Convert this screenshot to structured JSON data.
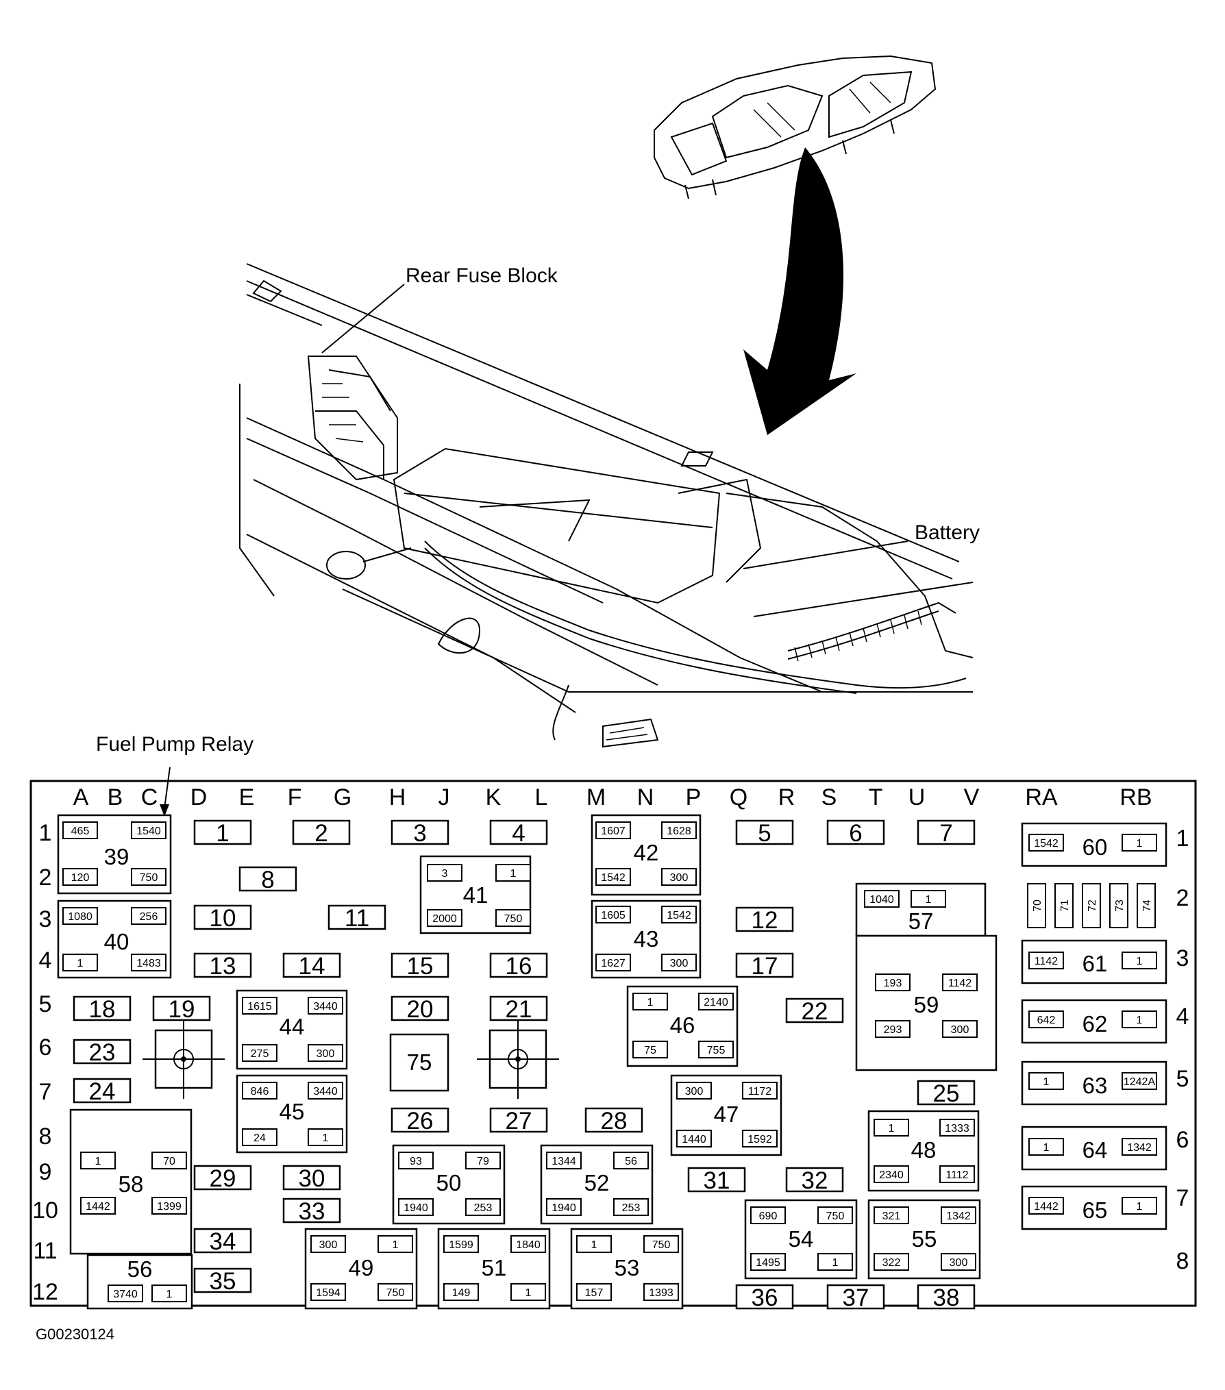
{
  "labels": {
    "rear_fuse_block": "Rear Fuse Block",
    "battery": "Battery",
    "fuel_pump_relay": "Fuel Pump Relay",
    "figure_id": "G00230124"
  },
  "columns": [
    "A",
    "B",
    "C",
    "D",
    "E",
    "F",
    "G",
    "H",
    "J",
    "K",
    "L",
    "M",
    "N",
    "P",
    "Q",
    "R",
    "S",
    "T",
    "U",
    "V",
    "RA",
    "RB"
  ],
  "rows_left": [
    "1",
    "2",
    "3",
    "4",
    "5",
    "6",
    "7",
    "8",
    "9",
    "10",
    "11",
    "12"
  ],
  "rows_right": [
    "1",
    "2",
    "3",
    "4",
    "5",
    "6",
    "7",
    "8"
  ],
  "fuses": [
    "1",
    "2",
    "3",
    "4",
    "5",
    "6",
    "7",
    "8",
    "10",
    "11",
    "12",
    "13",
    "14",
    "15",
    "16",
    "17",
    "18",
    "19",
    "20",
    "21",
    "22",
    "23",
    "24",
    "25",
    "26",
    "27",
    "28",
    "29",
    "30",
    "31",
    "32",
    "33",
    "34",
    "35",
    "36",
    "37",
    "38"
  ],
  "relays": [
    {
      "id": "39",
      "codes": [
        "465",
        "1540",
        "120",
        "750"
      ]
    },
    {
      "id": "40",
      "codes": [
        "1080",
        "256",
        "1",
        "1483"
      ]
    },
    {
      "id": "41",
      "codes": [
        "3",
        "1",
        "2000",
        "750"
      ]
    },
    {
      "id": "42",
      "codes": [
        "1607",
        "1628",
        "1542",
        "300"
      ]
    },
    {
      "id": "43",
      "codes": [
        "1605",
        "1542",
        "1627",
        "300"
      ]
    },
    {
      "id": "44",
      "codes": [
        "1615",
        "3440",
        "275",
        "300"
      ]
    },
    {
      "id": "45",
      "codes": [
        "846",
        "3440",
        "24",
        "1"
      ]
    },
    {
      "id": "46",
      "codes": [
        "1",
        "2140",
        "75",
        "755"
      ]
    },
    {
      "id": "47",
      "codes": [
        "300",
        "1172",
        "1440",
        "1592"
      ]
    },
    {
      "id": "48",
      "codes": [
        "1",
        "1333",
        "2340",
        "1112"
      ]
    },
    {
      "id": "49",
      "codes": [
        "300",
        "1",
        "1594",
        "750"
      ]
    },
    {
      "id": "50",
      "codes": [
        "93",
        "79",
        "1940",
        "253"
      ]
    },
    {
      "id": "51",
      "codes": [
        "1599",
        "1840",
        "149",
        "1"
      ]
    },
    {
      "id": "52",
      "codes": [
        "1344",
        "56",
        "1940",
        "253"
      ]
    },
    {
      "id": "53",
      "codes": [
        "1",
        "750",
        "157",
        "1393"
      ]
    },
    {
      "id": "54",
      "codes": [
        "690",
        "750",
        "1495",
        "1"
      ]
    },
    {
      "id": "55",
      "codes": [
        "321",
        "1342",
        "322",
        "300"
      ]
    },
    {
      "id": "56",
      "codes": [
        "3740",
        "1"
      ]
    },
    {
      "id": "57",
      "codes": [
        "1040",
        "1"
      ]
    },
    {
      "id": "58",
      "codes": [
        "1",
        "70",
        "1442",
        "1399"
      ]
    },
    {
      "id": "59",
      "codes": [
        "193",
        "1142",
        "293",
        "300"
      ]
    },
    {
      "id": "60",
      "codes": [
        "1542",
        "1"
      ]
    },
    {
      "id": "61",
      "codes": [
        "1142",
        "1"
      ]
    },
    {
      "id": "62",
      "codes": [
        "642",
        "1"
      ]
    },
    {
      "id": "63",
      "codes": [
        "1",
        "1242A"
      ]
    },
    {
      "id": "64",
      "codes": [
        "1",
        "1342"
      ]
    },
    {
      "id": "65",
      "codes": [
        "1442",
        "1"
      ]
    }
  ],
  "vertical_fuses": [
    "70",
    "71",
    "72",
    "73",
    "74"
  ],
  "diode_block": "75"
}
